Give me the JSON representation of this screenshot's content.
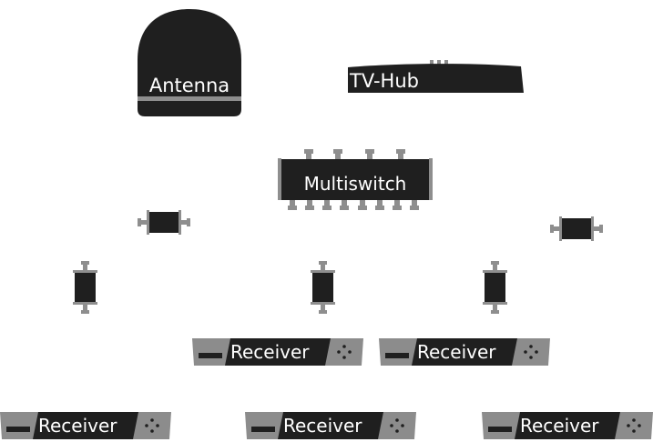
{
  "antenna": {
    "label": "Antenna"
  },
  "tvhub": {
    "label": "TV-Hub"
  },
  "multiswitch": {
    "label": "Multiswitch"
  },
  "receivers": [
    {
      "label": "Receiver"
    },
    {
      "label": "Receiver"
    },
    {
      "label": "Receiver"
    },
    {
      "label": "Receiver"
    },
    {
      "label": "Receiver"
    }
  ],
  "colors": {
    "device_body": "#1f1f1f",
    "device_gray": "#8c8c8c",
    "connector": "#8e8e8e",
    "text": "#ffffff"
  }
}
